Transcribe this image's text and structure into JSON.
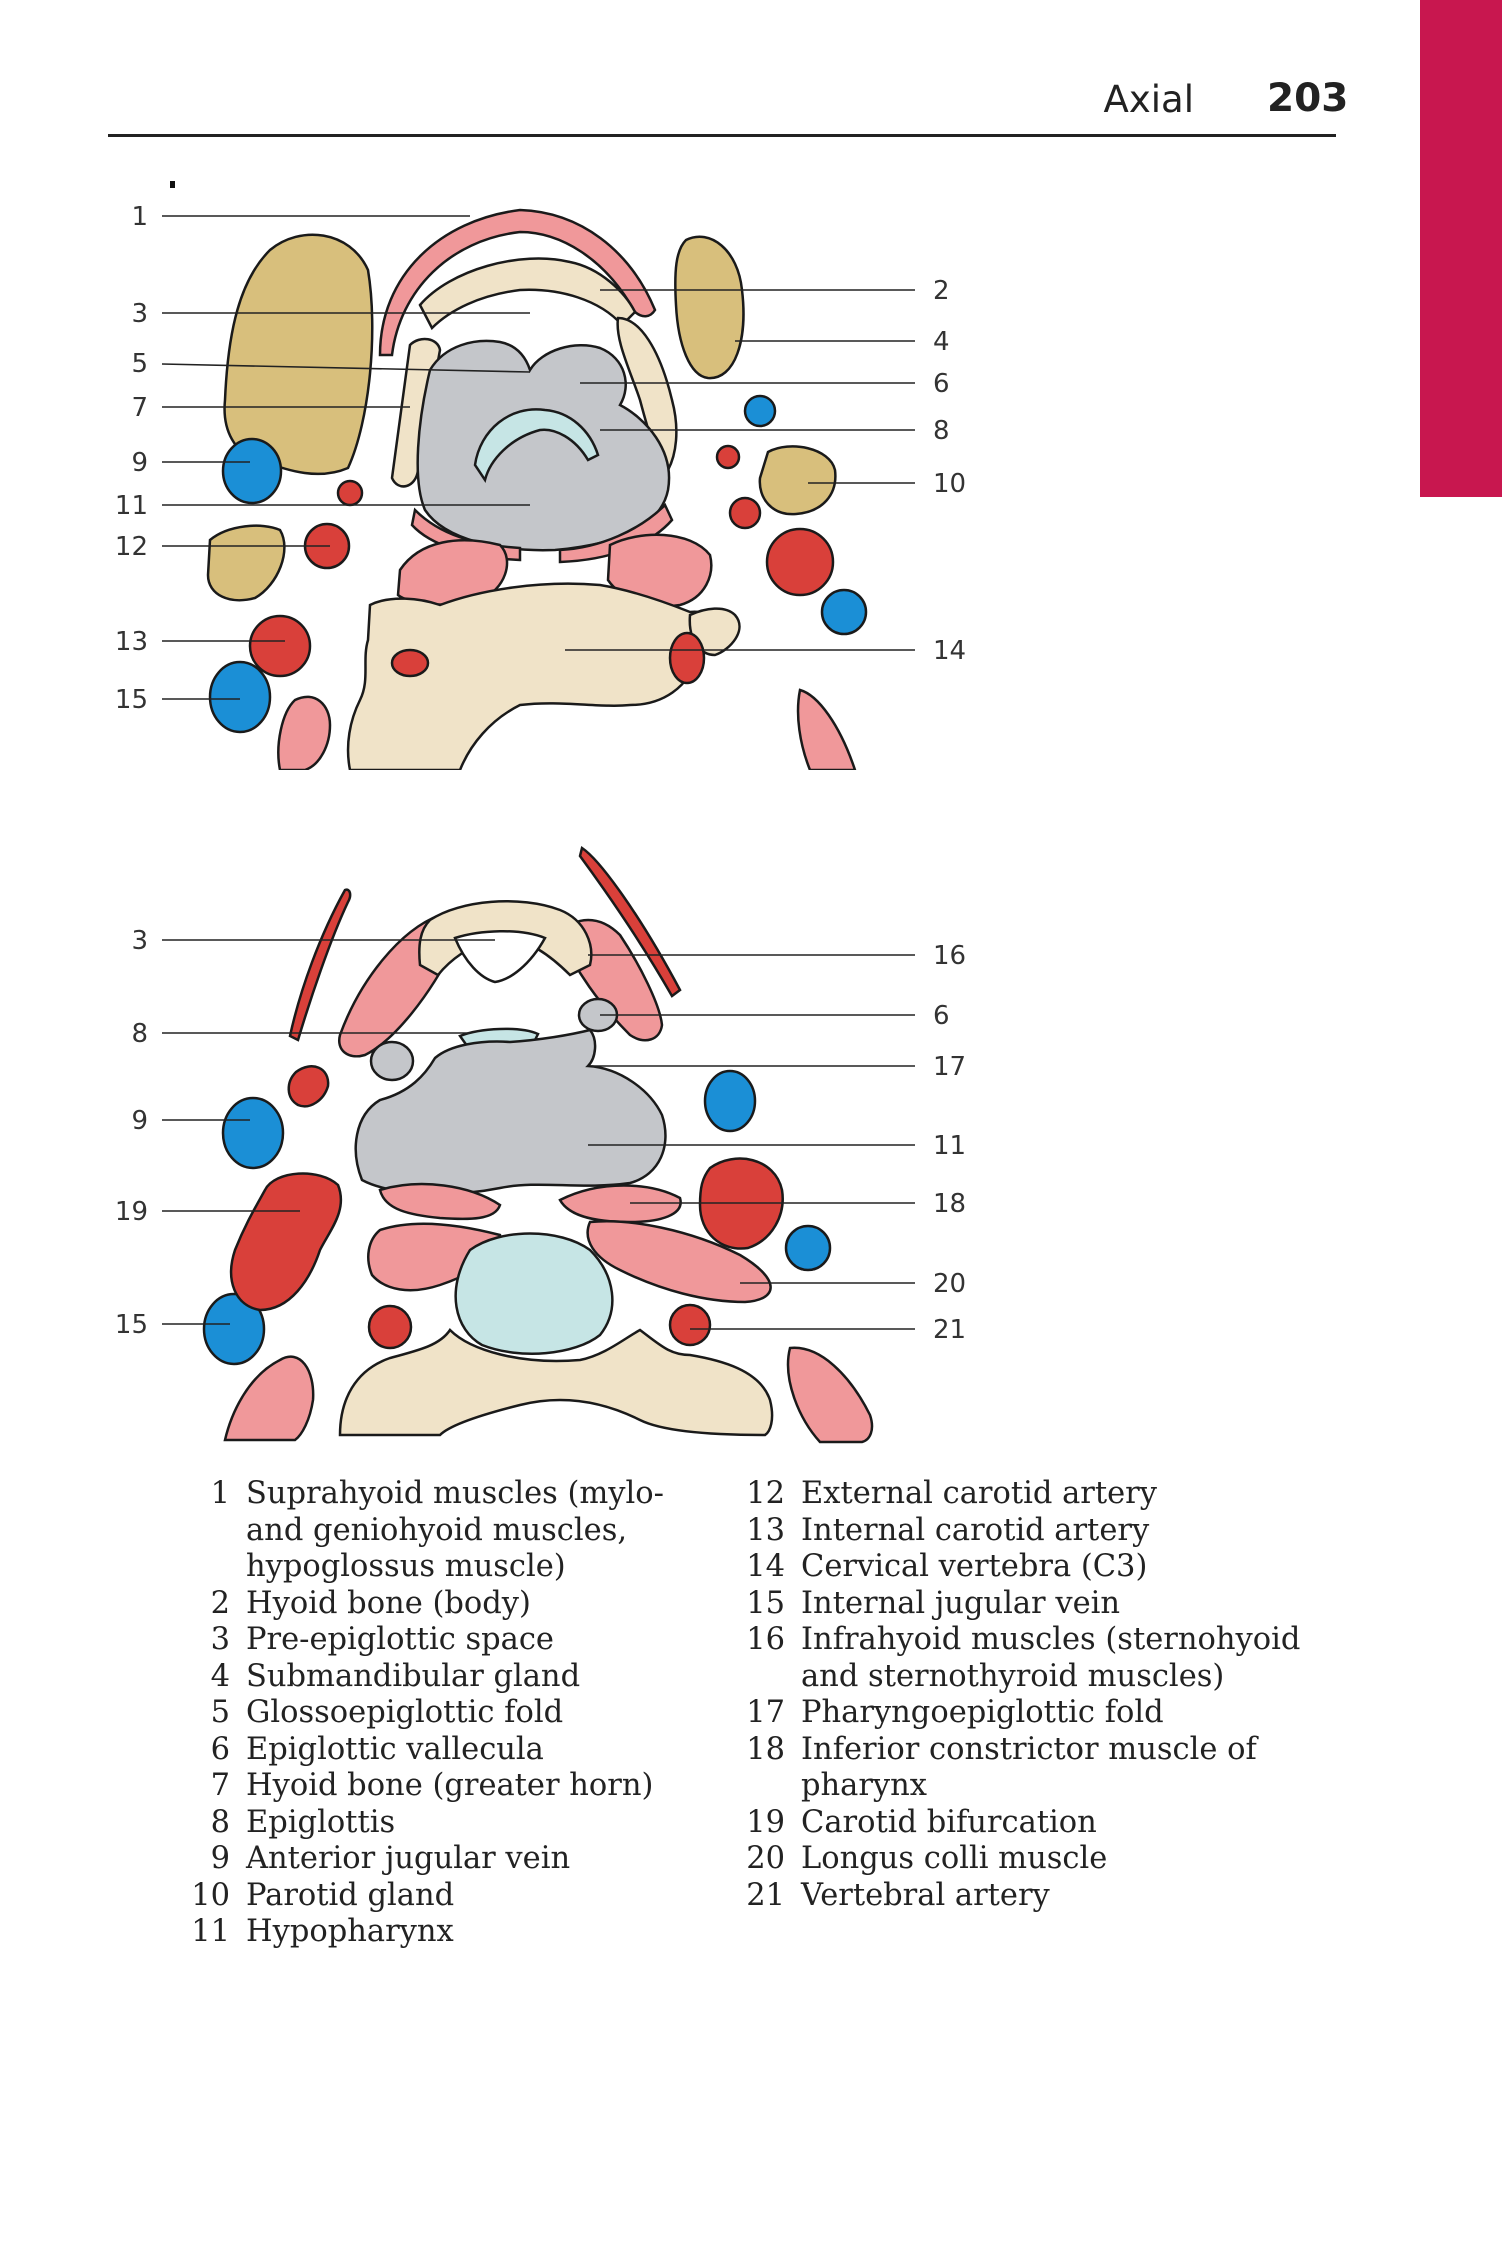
{
  "header": {
    "section": "Axial",
    "page": "203"
  },
  "figure_top": {
    "left_labels": [
      "1",
      "3",
      "5",
      "7",
      "9",
      "11",
      "12",
      "13",
      "15"
    ],
    "right_labels": [
      "2",
      "4",
      "6",
      "8",
      "10",
      "14"
    ]
  },
  "figure_bottom": {
    "left_labels": [
      "3",
      "8",
      "9",
      "19",
      "15"
    ],
    "right_labels": [
      "16",
      "6",
      "17",
      "11",
      "18",
      "20",
      "21"
    ]
  },
  "legend": {
    "col1": [
      {
        "num": "1",
        "text": "Suprahyoid muscles (mylo-and geniohyoid muscles, hypoglossus muscle)"
      },
      {
        "num": "2",
        "text": "Hyoid bone (body)"
      },
      {
        "num": "3",
        "text": "Pre-epiglottic space"
      },
      {
        "num": "4",
        "text": "Submandibular gland"
      },
      {
        "num": "5",
        "text": "Glossoepiglottic fold"
      },
      {
        "num": "6",
        "text": "Epiglottic vallecula"
      },
      {
        "num": "7",
        "text": "Hyoid bone (greater horn)"
      },
      {
        "num": "8",
        "text": "Epiglottis"
      },
      {
        "num": "9",
        "text": "Anterior jugular vein"
      },
      {
        "num": "10",
        "text": "Parotid gland"
      },
      {
        "num": "11",
        "text": "Hypopharynx"
      }
    ],
    "col2": [
      {
        "num": "12",
        "text": "External carotid artery"
      },
      {
        "num": "13",
        "text": "Internal carotid artery"
      },
      {
        "num": "14",
        "text": "Cervical vertebra (C3)"
      },
      {
        "num": "15",
        "text": "Internal jugular vein"
      },
      {
        "num": "16",
        "text": "Infrahyoid muscles (sternohyoid and sternothyroid muscles)"
      },
      {
        "num": "17",
        "text": "Pharyngoepiglottic fold"
      },
      {
        "num": "18",
        "text": "Inferior constrictor muscle of pharynx"
      },
      {
        "num": "19",
        "text": "Carotid bifurcation"
      },
      {
        "num": "20",
        "text": "Longus colli muscle"
      },
      {
        "num": "21",
        "text": "Vertebral artery"
      }
    ]
  },
  "colors": {
    "accent_tab": "#c8174f",
    "muscle": "#f0989a",
    "bone": "#f0e3c8",
    "gland": "#d8bf7c",
    "airway": "#c4c6ca",
    "epiglottis": "#c6e5e5",
    "artery": "#d9403a",
    "vein": "#1b8fd6"
  }
}
